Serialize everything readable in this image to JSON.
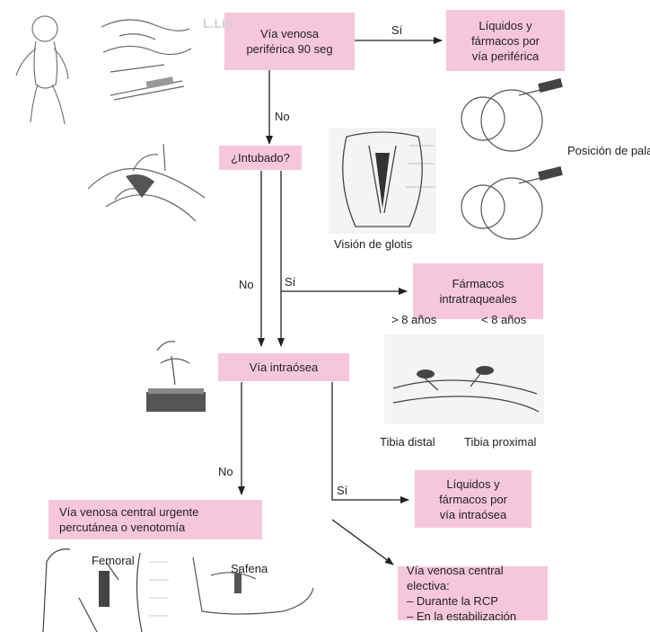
{
  "boxes": {
    "via_periferica": [
      "Vía venosa",
      "periférica 90 seg"
    ],
    "liquidos_periferica": [
      "Líquidos y",
      "fármacos por",
      "vía periférica"
    ],
    "intubado": "¿Intubado?",
    "farmacos_intratraqueales": [
      "Fármacos",
      "intratraqueales"
    ],
    "via_intraosea": "Vía intraósea",
    "liquidos_intraosea": [
      "Líquidos y",
      "fármacos por",
      "vía intraósea"
    ],
    "via_central_urgente": [
      "Vía venosa central urgente",
      "percutánea o venotomía"
    ],
    "via_central_electiva": [
      "Vía venosa central electiva:",
      "– Durante la RCP",
      "– En la estabilización"
    ]
  },
  "labels": {
    "si_1": "Sí",
    "no_1": "No",
    "no_2": "No",
    "si_2": "Sí",
    "no_3": "No",
    "si_3": "Sí",
    "vision_glotis": "Visión de glotis",
    "posicion_pala": "Posición de pala",
    "mayor_8": "> 8 años",
    "menor_8": "< 8 años",
    "tibia_distal": "Tibia distal",
    "tibia_proximal": "Tibia proximal",
    "femoral": "Femoral",
    "safena": "Safena",
    "partial_text": "L.Lin"
  }
}
